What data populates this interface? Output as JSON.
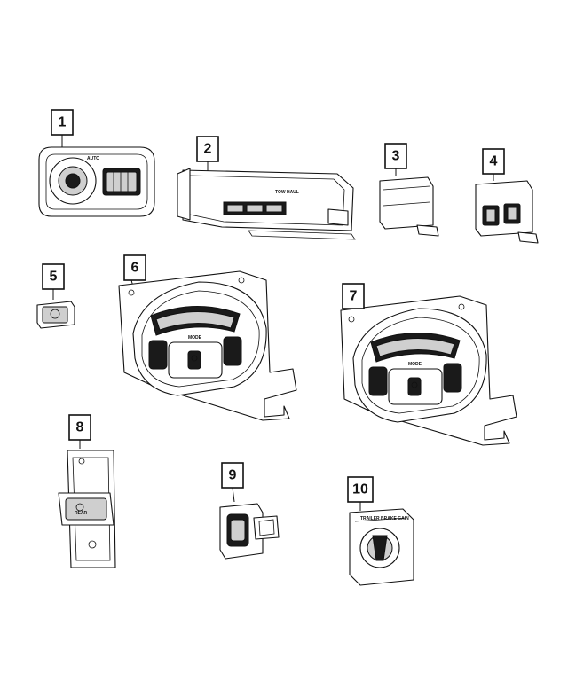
{
  "callouts": [
    {
      "label": "1"
    },
    {
      "label": "2"
    },
    {
      "label": "3"
    },
    {
      "label": "4"
    },
    {
      "label": "5"
    },
    {
      "label": "6"
    },
    {
      "label": "7"
    },
    {
      "label": "8"
    },
    {
      "label": "9"
    },
    {
      "label": "10"
    }
  ],
  "part_markings": {
    "part1_switch": "AUTO",
    "part2_button": "TOW HAUL",
    "part6_mode": "MODE",
    "part7_mode": "MODE",
    "part8_label": "REAR",
    "part10_label": "TRAILER BRAKE GAIN"
  }
}
